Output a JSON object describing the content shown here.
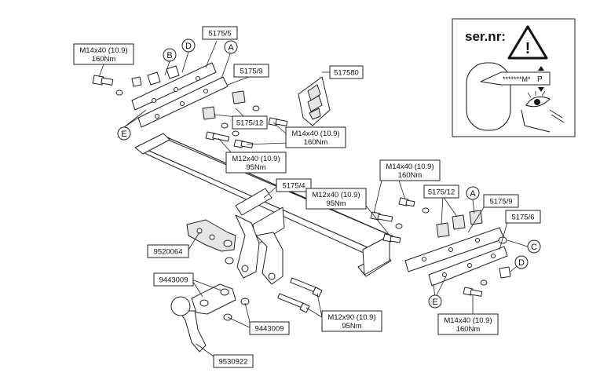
{
  "part_numbers": {
    "bracket_left_upper": "5175/5",
    "bracket_left_lower": "5175/9",
    "spacers_left": "5175/12",
    "template": "517580",
    "crossbar_clamp": "5175/4",
    "spacers_right": "5175/12",
    "bracket_right_upper": "5175/9",
    "bracket_right_lower": "5175/6",
    "socket_plate": "9520064",
    "washers_top": "9443009",
    "washers_bottom": "9443009",
    "towball": "9530922"
  },
  "bolt_specs": {
    "left_upper": {
      "bolt": "M14x40 (10.9)",
      "torque": "160Nm"
    },
    "left_middle": {
      "bolt": "M14x40 (10.9)",
      "torque": "160Nm"
    },
    "left_lower": {
      "bolt": "M12x40 (10.9)",
      "torque": "95Nm"
    },
    "center": {
      "bolt": "M12x40 (10.9)",
      "torque": "95Nm"
    },
    "right_upper": {
      "bolt": "M14x40 (10.9)",
      "torque": "160Nm"
    },
    "bottom_center": {
      "bolt": "M12x90 (10.9)",
      "torque": "95Nm"
    },
    "right_lower": {
      "bolt": "M14x40 (10.9)",
      "torque": "160Nm"
    }
  },
  "letters": {
    "a_left": "A",
    "b_left": "B",
    "d_left": "D",
    "e_left": "E",
    "a_right": "A",
    "c_right": "C",
    "d_right": "D",
    "e_right": "E"
  },
  "serial_panel": {
    "title": "ser.nr:",
    "warning_glyph": "!",
    "plate_text": "*******M*",
    "plate_suffix": "P"
  }
}
